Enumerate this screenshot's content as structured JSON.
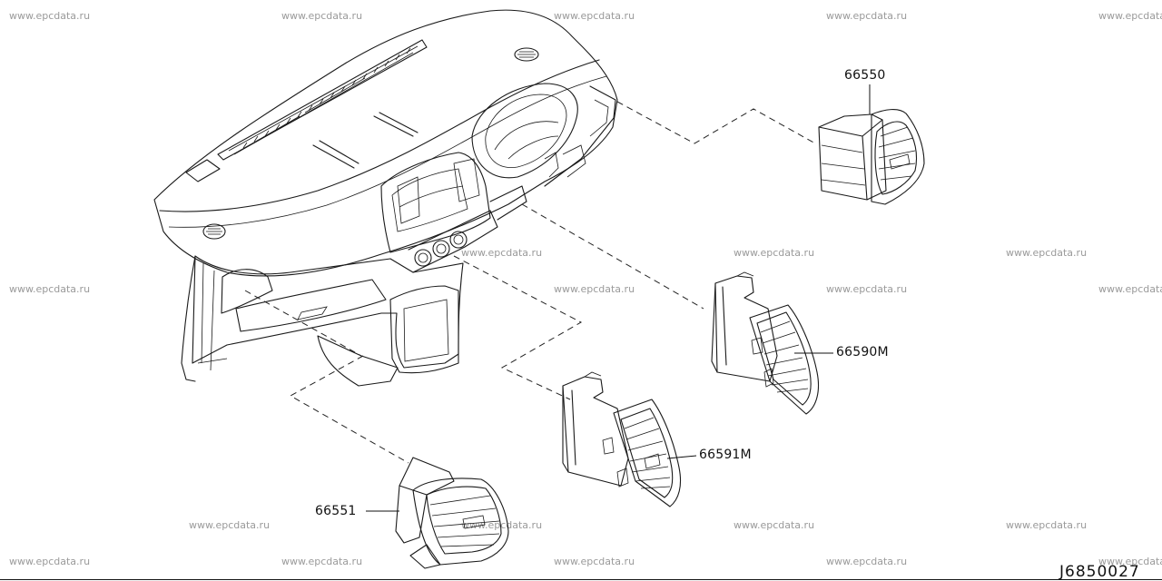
{
  "watermark": "www.epcdata.ru",
  "parts": {
    "p66550": "66550",
    "p66590m": "66590M",
    "p66591m": "66591M",
    "p66551": "66551"
  },
  "doc_code": "J6850027"
}
